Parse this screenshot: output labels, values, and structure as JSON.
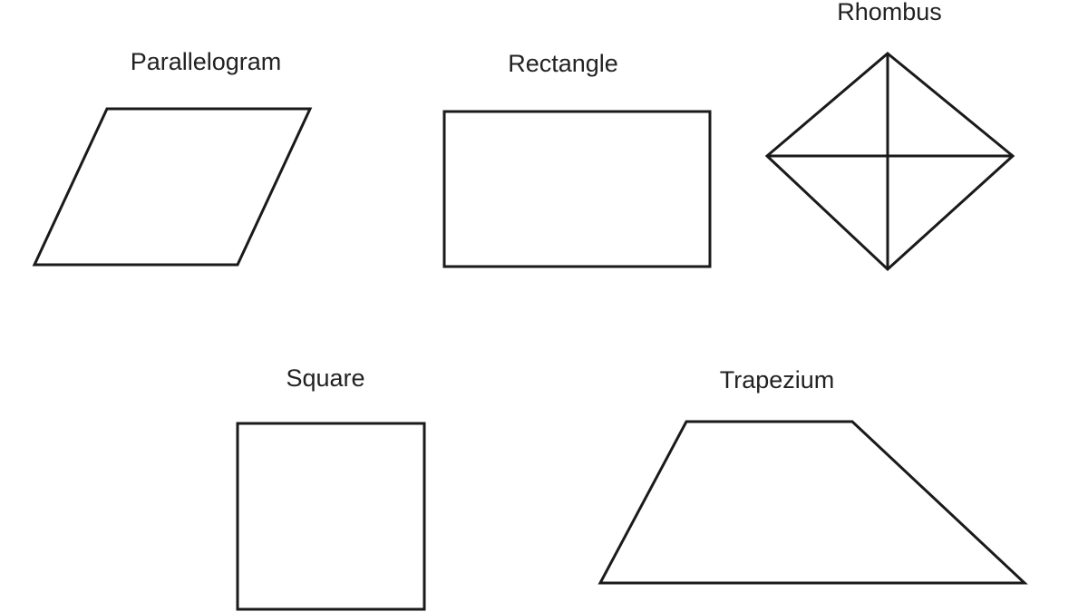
{
  "labels": {
    "parallelogram": "Parallelogram",
    "rectangle": "Rectangle",
    "rhombus": "Rhombus",
    "square": "Square",
    "trapezium": "Trapezium"
  },
  "colors": {
    "stroke": "#1a1a1a",
    "text": "#222222",
    "background": "#ffffff"
  }
}
